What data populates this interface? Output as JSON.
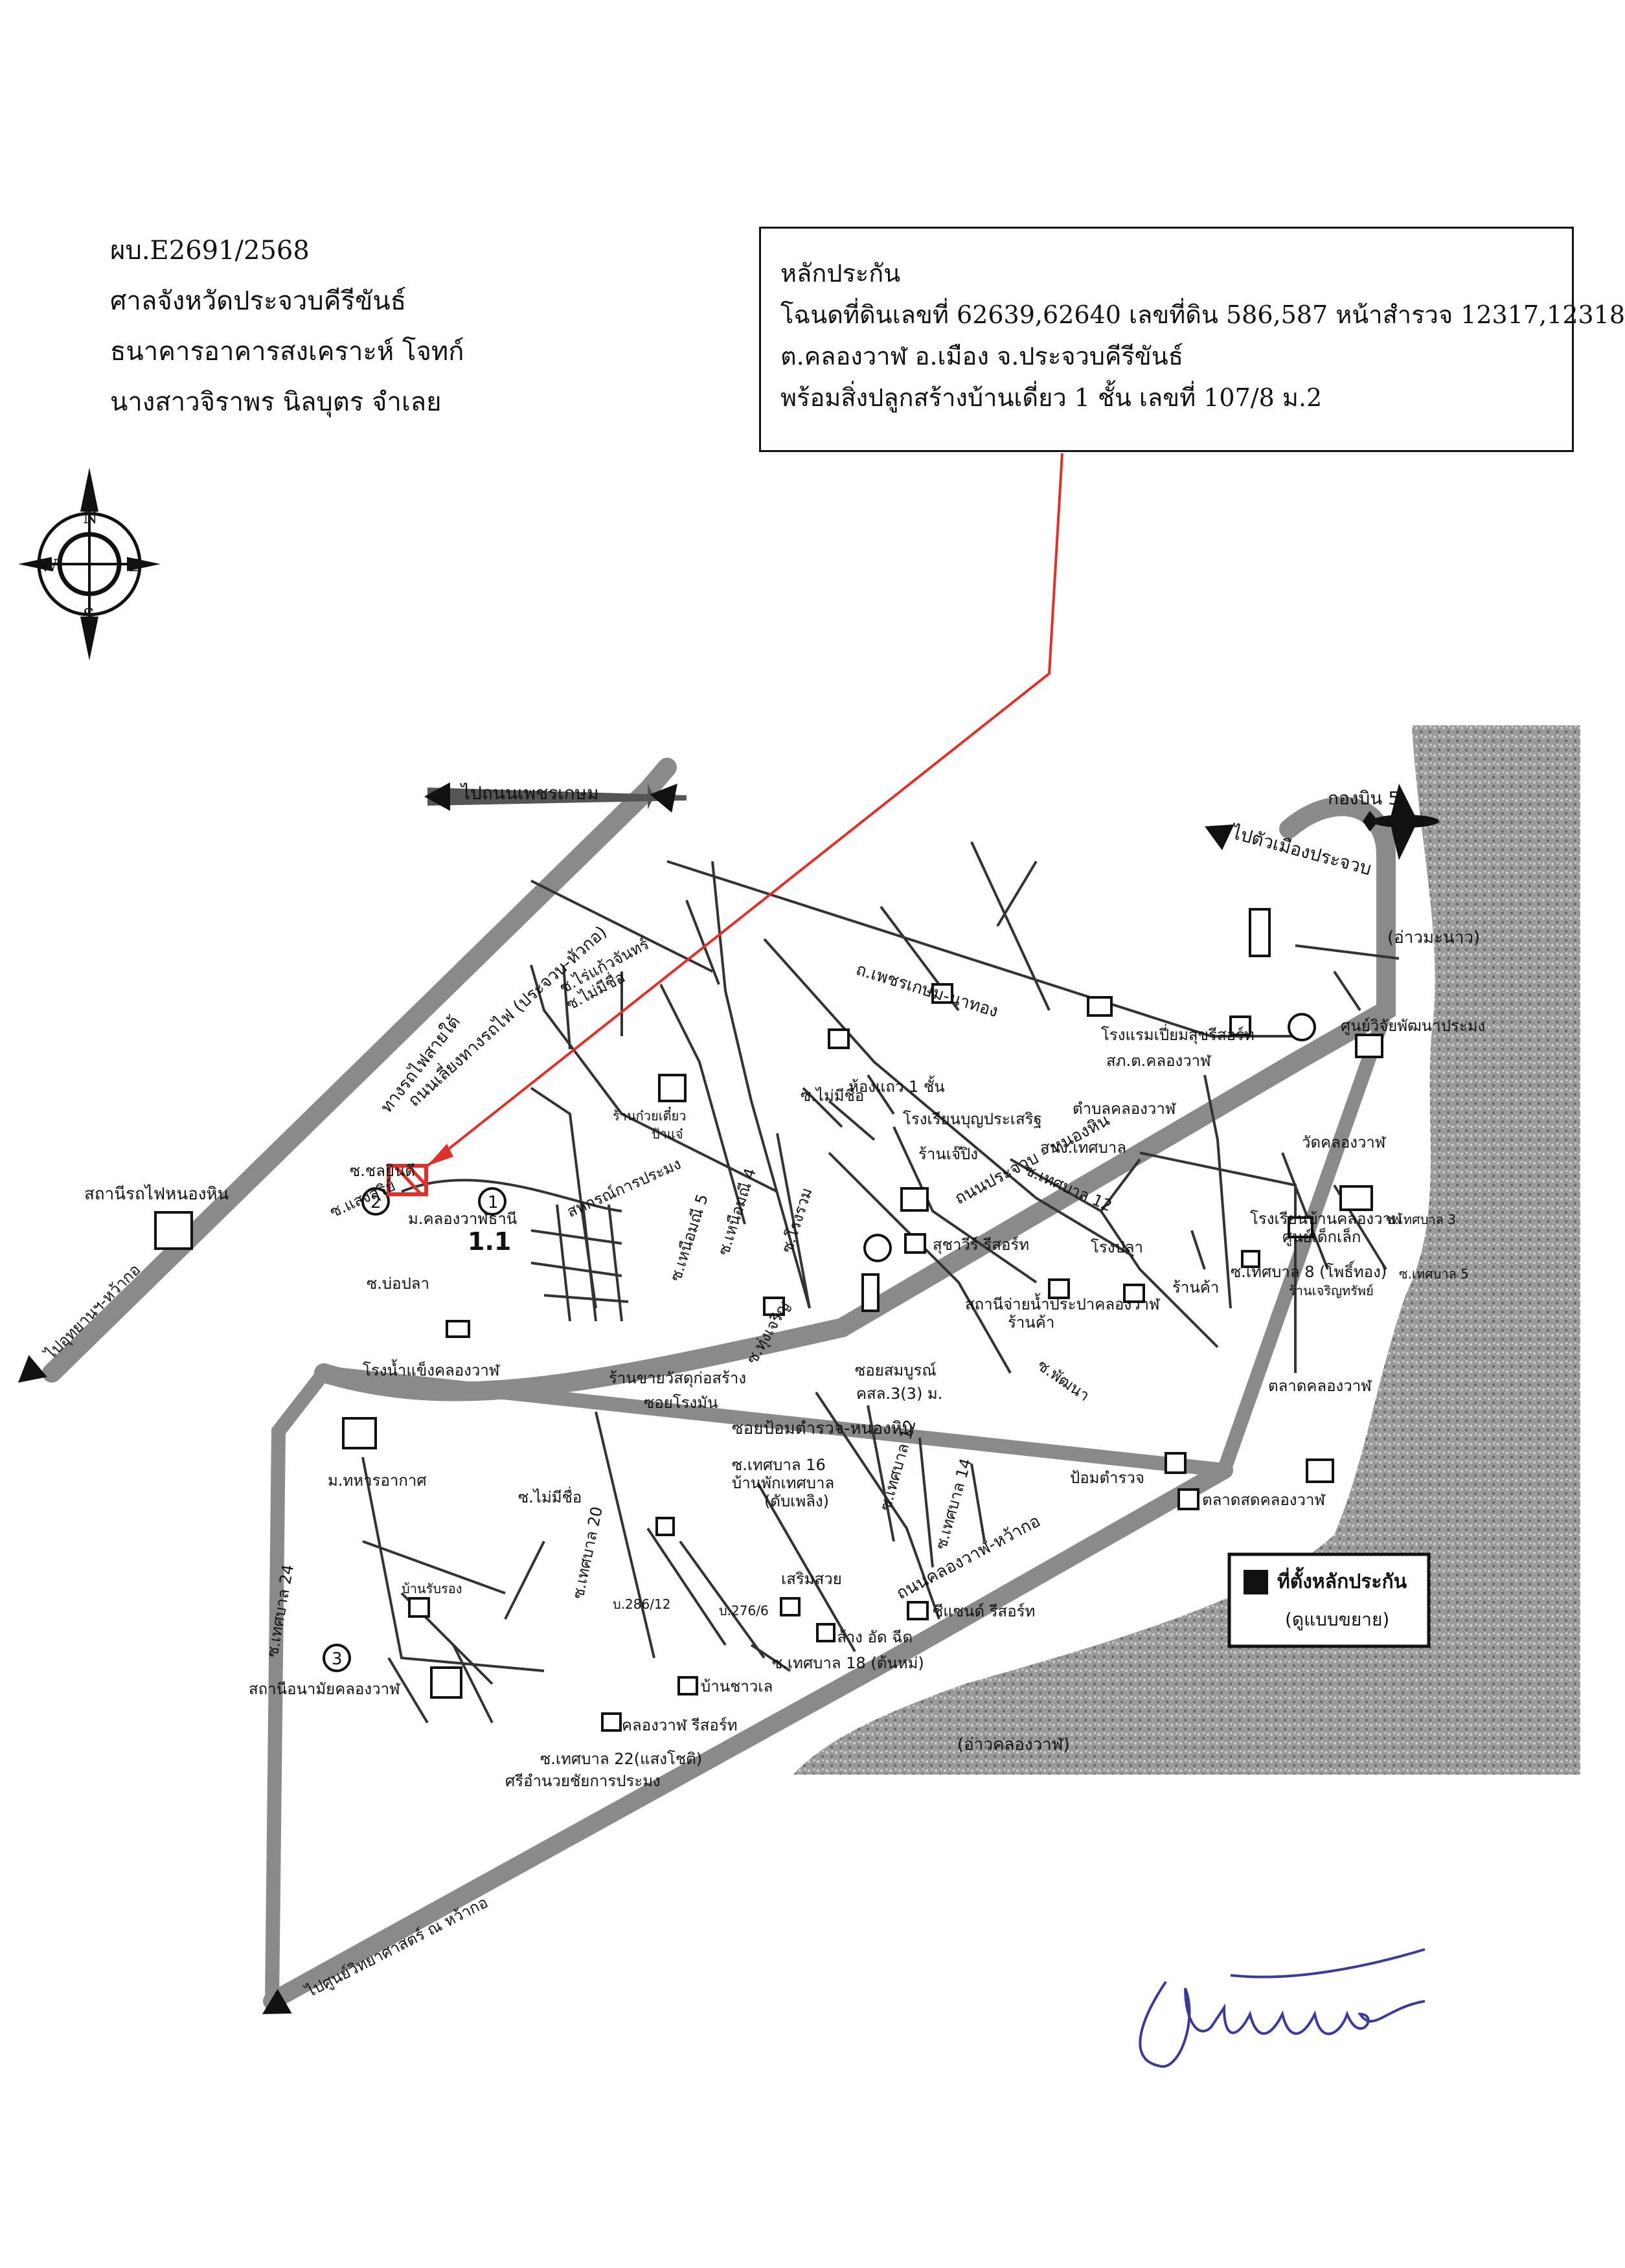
{
  "header": {
    "case_no": "ผบ.E2691/2568",
    "court": "ศาลจังหวัดประจวบคีรีขันธ์",
    "plaintiff": "ธนาคารอาคารสงเคราะห์   โจทก์",
    "defendant": "นางสาวจิราพร นิลบุตร  จำเลย"
  },
  "collateral_box": {
    "title": "หลักประกัน",
    "line1": "โฉนดที่ดินเลขที่ 62639,62640  เลขที่ดิน 586,587 หน้าสำรวจ 12317,12318",
    "line2": "ต.คลองวาฬ  อ.เมือง จ.ประจวบคีรีขันธ์",
    "line3": "พร้อมสิ่งปลูกสร้างบ้านเดี่ยว 1 ชั้น เลขที่ 107/8 ม.2"
  },
  "compass": {
    "n": "N",
    "s": "S",
    "e": "E",
    "w": "W"
  },
  "legend": {
    "label": "ที่ตั้งหลักประกัน",
    "sub": "(ดูแบบขยาย)"
  },
  "map_labels": {
    "to_phetkasem": "ไปถนนเพชรเกษม",
    "to_city": "ไปตัวเมืองประจวบ",
    "air_wing": "กองบิน 5",
    "ao_manao": "(อ่าวมะนาว)",
    "ao_khlong_wan": "(อ่าวคลองวาฬ)",
    "phetkasem_rd": "ถ.เพชรเกษม-นาทอง",
    "bypass_rd": "ถนนเลี่ยงทางรถไฟ (ประจวบ-หัวกอ)",
    "railway": "ทางรถไฟสายใต้",
    "main_rd": "ถนนประจวบ - หนองหิน",
    "coastal_rd": "ถนนคลองวาฬ-หว้ากอ",
    "police_rd": "ซอยป้อมตำรวจ-หนองหิน",
    "soi_rai": "ซ.ไร่แก้วจันทร์",
    "soi_nameless": "ซ.ไม่มีชื่อ",
    "soi_nameless2": "ซ.ไม่มีชื่อ",
    "soi_nameless3": "ซ.ไม่มีชื่อ",
    "row_house": "ห้องแถว 1 ชั้น",
    "school_bunprasert": "โรงเรียนบุญประเสริฐ",
    "noodle_shop": "ร้านก๋วยเตี๋ยว",
    "pa_jae": "ป้าแจ๋",
    "soi_chanyin": "ซ.ชลยินดี",
    "soi_saengsurin": "ซ.แสงสุริย์",
    "moo_khlongwan": "ม.คลองวาฬธานี",
    "cooperative": "สหกรณ์การประมง",
    "soi_nuea_1": "ซ.เหนือมณี 5",
    "soi_nuea_2": "ซ.เหนือมณี 4",
    "soi_rongruam": "ซ.โรงรวม",
    "station_nonghin": "สถานีรถไฟหนองหิน",
    "soi_bopla": "ซ.บ่อปลา",
    "to_wako": "ไปอุทยานฯ-หว้ากอ",
    "hotel": "โรงแรมเปี่ยมสุขรีสอร์ท",
    "police": "สภ.ต.คลองวาฬ",
    "research": "ศูนย์วิจัยพัฒนาประมง",
    "wat": "วัดคลองวาฬ",
    "tambon_office": "สนง.เทศบาล",
    "tambon_office2": "ตำบลคลองวาฬ",
    "shop_jaeping": "ร้านเจ๊ปิง",
    "suchawee": "สุชาวีร์ รีสอร์ท",
    "soi_thet_12": "ซ.เทศบาล 12",
    "fish_factory": "โรงปลา",
    "water_plant": "สถานีจ่ายน้ำประปาคลองวาฬ",
    "shop": "ร้านค้า",
    "school_khlongwan": "โรงเรียนบ้านคลองวาฬ",
    "kindergarten": "ศูนย์เด็กเล็ก",
    "shop2": "ร้านค้า",
    "soi_thet_8": "ซ.เทศบาล 8 (โพธิ์ทอง)",
    "shop_charoen": "ร้านเจริญทรัพย์",
    "soi_thet_3": "ซ.เทศบาล 3",
    "soi_thet_5": "ซ.เทศบาล 5",
    "market_khlongwan": "ตลาดคลองวาฬ",
    "ice_factory": "โรงน้ำแข็งคลองวาฬ",
    "construction": "ร้านขายวัสดุก่อสร้าง",
    "soi_rongmun": "ซอยโรงมัน",
    "soi_thoeng": "ซ.ทุ่งเจริญ",
    "soi_sombun": "ซอยสมบูรณ์",
    "khsl": "คสล.3(3) ม.",
    "soi_phatthana": "ซ.พัฒนา",
    "police_box": "ป้อมตำรวจ",
    "fresh_market": "ตลาดสดคลองวาฬ",
    "army": "ม.ทหารอากาศ",
    "soi_thet_16": "ซ.เทศบาล 16",
    "thet_house": "บ้านพักเทศบาล",
    "fire": "(ดับเพลิง)",
    "soi_thet_14": "ซ.เทศบาล 14",
    "soi_thet_12b": "ซ.เทศบาล 12",
    "house_286": "บ.286/12",
    "house_276": "บ.276/6",
    "sermsuay": "เสริมสวย",
    "carwash": "ล้าง อัด ฉีด",
    "seasand": "ซีแซนด์ รีสอร์ท",
    "soi_thet_18": "ซ.เทศบาล 18 (ต้นหม่)",
    "ban_chaolay": "บ้านชาวเล",
    "ban_kruek": "บ้านรับรอง",
    "soi_thet_20": "ซ.เทศบาล 20",
    "soi_thet_24": "ซ.เทศบาล 24",
    "health": "สถานีอนามัยคลองวาฬ",
    "khlongwan_resort": "คลองวาฬ รีสอร์ท",
    "soi_thet_22": "ซ.เทศบาล 22(แสงโชติ)",
    "sriamnuay": "ศรีอำนวยชัยการประมง",
    "to_science": "ไปศูนย์วิทยาศาสตร์ ณ หว้ากอ",
    "m1": "1",
    "m2": "2",
    "m3": "3",
    "hw": "1.1"
  }
}
